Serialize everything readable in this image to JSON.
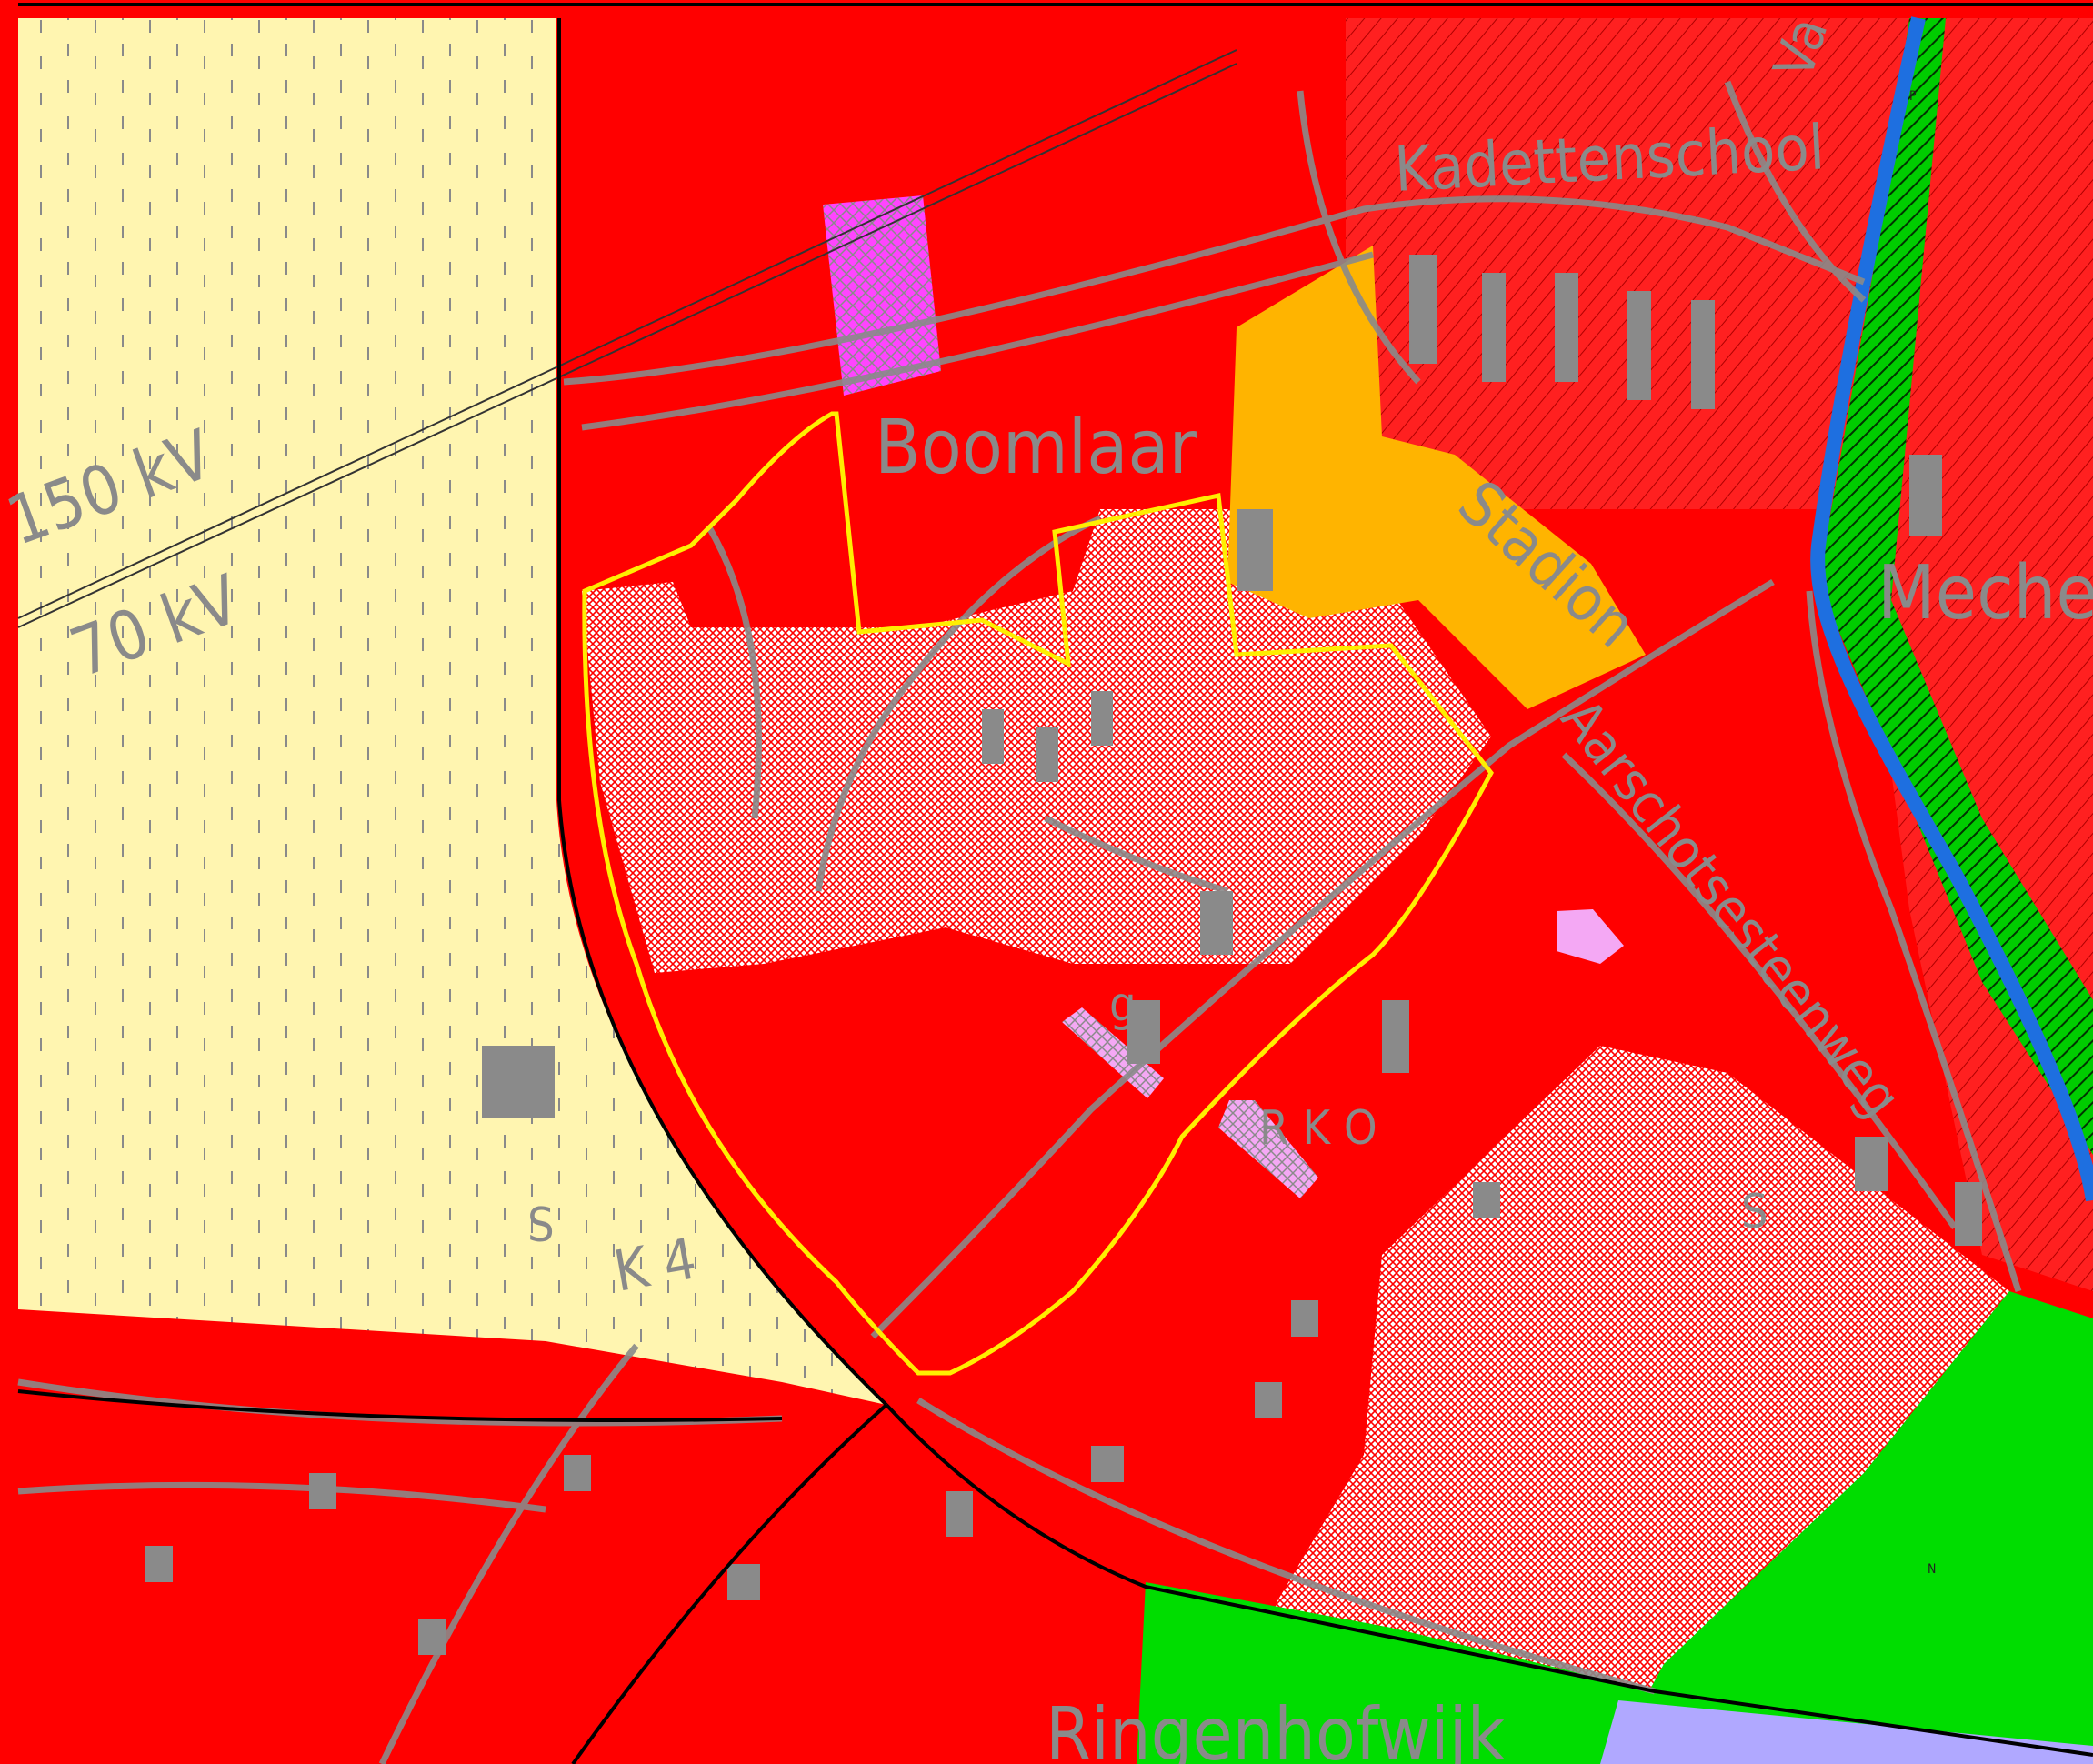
{
  "labels": {
    "kadettenschool": "Kadettenschool",
    "boomlaar": "Boomlaar",
    "stadion": "Stadion",
    "mechelen": "Meche",
    "line_150kv": "150 kV",
    "line_70kv": "70 kV",
    "marker_s_west": "S",
    "marker_k4": "K 4",
    "marker_g": "g",
    "marker_rko": "R K O",
    "marker_s_east": "S",
    "street_north": "Va",
    "street_east": "Aarschotsesteenweg",
    "ringenhofwijk": "Ringenhofwijk",
    "small_p": "P",
    "small_n": "N"
  },
  "colors": {
    "residential": "#ff0000",
    "residential_extension": "#ff0000",
    "agricultural": "#fff5b0",
    "recreation": "#ffb400",
    "park": "#00dd00",
    "river": "#1e6fe0",
    "community": "#ff44ff",
    "utility": "#f4a8f4",
    "transport": "#b0a8ff",
    "plan_boundary": "#ffee00",
    "topo": "#8a8a8a"
  }
}
